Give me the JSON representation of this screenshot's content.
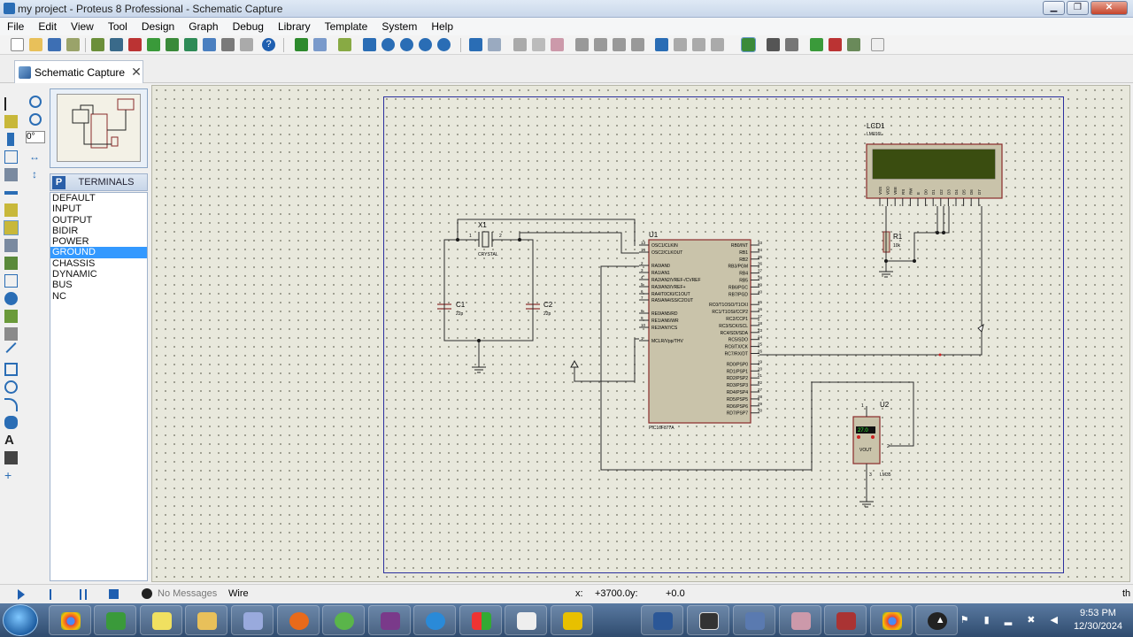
{
  "window": {
    "title": "my project - Proteus 8 Professional - Schematic Capture",
    "min": "▁",
    "max": "❐",
    "close": "✕"
  },
  "menu": [
    "File",
    "Edit",
    "View",
    "Tool",
    "Design",
    "Graph",
    "Debug",
    "Library",
    "Template",
    "System",
    "Help"
  ],
  "tab": {
    "label": "Schematic Capture",
    "close": "✕"
  },
  "orientation": {
    "angle": "0°"
  },
  "terminals_panel": {
    "mode_letter": "P",
    "header": "TERMINALS",
    "items": [
      "DEFAULT",
      "INPUT",
      "OUTPUT",
      "BIDIR",
      "POWER",
      "GROUND",
      "CHASSIS",
      "DYNAMIC",
      "BUS",
      "NC"
    ],
    "selected": "GROUND"
  },
  "schematic": {
    "lcd": {
      "ref": "LCD1",
      "part": "LM016L",
      "pins": [
        "VSS",
        "VDD",
        "VEE",
        "RS",
        "RW",
        "E",
        "D0",
        "D1",
        "D2",
        "D3",
        "D4",
        "D5",
        "D6",
        "D7"
      ]
    },
    "mcu": {
      "ref": "U1",
      "part": "PIC16F877A",
      "left_pins": [
        "OSC1/CLKIN",
        "OSC2/CLKOUT",
        "RA0/AN0",
        "RA1/AN1",
        "RA2/AN2/VREF-/CVREF",
        "RA3/AN3/VREF+",
        "RA4/T0CKI/C1OUT",
        "RA5/AN4/SS/C2OUT",
        "RE0/AN5/RD",
        "RE1/AN6/WR",
        "RE2/AN7/CS",
        "MCLR/Vpp/THV"
      ],
      "left_nums": [
        "13",
        "14",
        "2",
        "3",
        "4",
        "5",
        "6",
        "7",
        "8",
        "9",
        "10",
        "1"
      ],
      "right_pins": [
        "RB0/INT",
        "RB1",
        "RB2",
        "RB3/PGM",
        "RB4",
        "RB5",
        "RB6/PGC",
        "RB7/PGD",
        "RC0/T1OSO/T1CKI",
        "RC1/T1OSI/CCP2",
        "RC2/CCP1",
        "RC3/SCK/SCL",
        "RC4/SDI/SDA",
        "RC5/SDO",
        "RC6/TX/CK",
        "RC7/RX/DT",
        "RD0/PSP0",
        "RD1/PSP1",
        "RD2/PSP2",
        "RD3/PSP3",
        "RD4/PSP4",
        "RD5/PSP5",
        "RD6/PSP6",
        "RD7/PSP7"
      ],
      "right_nums": [
        "33",
        "34",
        "35",
        "36",
        "37",
        "38",
        "39",
        "40",
        "15",
        "16",
        "17",
        "18",
        "23",
        "24",
        "25",
        "26",
        "19",
        "20",
        "21",
        "22",
        "27",
        "28",
        "29",
        "30"
      ]
    },
    "crystal": {
      "ref": "X1",
      "part": "CRYSTAL",
      "pin1": "1",
      "pin2": "2"
    },
    "c1": {
      "ref": "C1",
      "value": "22p"
    },
    "c2": {
      "ref": "C2",
      "value": "22p"
    },
    "r1": {
      "ref": "R1",
      "value": "10k"
    },
    "sensor": {
      "ref": "U2",
      "part": "LM35",
      "display": "27.0",
      "out_label": "VOUT",
      "pin_out": "2",
      "pin_gnd": "3",
      "pin_vcc": "1"
    }
  },
  "status": {
    "messages": "No Messages",
    "mode": "Wire",
    "x_label": "x:",
    "x_value": "+3700.0",
    "y_label": "y:",
    "y_value": "+0.0",
    "tail": "th"
  },
  "taskbar": {
    "time": "9:53 PM",
    "date": "12/30/2024",
    "tray": "▲ ⚑ ▮ ▂ ✖ ◀"
  },
  "colors": {
    "wire": "#2b2b2b",
    "component_fill": "#c9c3aa",
    "component_border": "#8a2a2a",
    "lcd_screen": "#3a4d10",
    "sheet_border": "#2b2f9e",
    "canvas": "#e8e8dc",
    "selection": "#3399ff"
  }
}
